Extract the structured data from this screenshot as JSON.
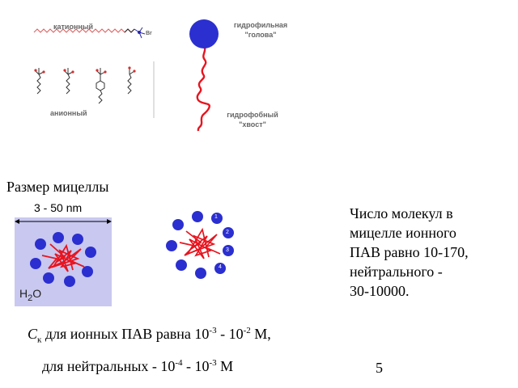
{
  "surfactant_types": {
    "cationic_label": "катионный",
    "counterion": "Br",
    "anionic_label": "анионный"
  },
  "model": {
    "head_label_line1": "гидрофильная",
    "head_label_line2": "\"голова\"",
    "tail_label_line1": "гидрофобный",
    "tail_label_line2": "\"хвост\"",
    "colors": {
      "head": "#2b2fd0",
      "tail": "#e8141e"
    }
  },
  "micelle_size_title": "Размер мицеллы",
  "micelle_diagram": {
    "size_label": "3 - 50 nm",
    "solvent_label_main": "H",
    "solvent_label_sub": "2",
    "solvent_label_end": "O",
    "background": "#c8c8f0",
    "numbered_heads": [
      "1",
      "2",
      "3",
      "4"
    ]
  },
  "aggregation": {
    "line1": "Число молекул в",
    "line2": "мицелле ионного",
    "line3": "ПАВ равно 10-170,",
    "line4": "нейтрального -",
    "line5": "30-10000."
  },
  "cmc": {
    "symbol": "С",
    "symbol_sub": "к",
    "ionic_text": " для ионных ПАВ равна 10",
    "ionic_exp1": "-3",
    "ionic_mid": " - 10",
    "ionic_exp2": "-2",
    "ionic_unit": " М,",
    "neutral_text": "для нейтральных  - 10",
    "neutral_exp1": "-4",
    "neutral_mid": " - 10",
    "neutral_exp2": "-3",
    "neutral_unit": " М"
  },
  "page_number": "5"
}
